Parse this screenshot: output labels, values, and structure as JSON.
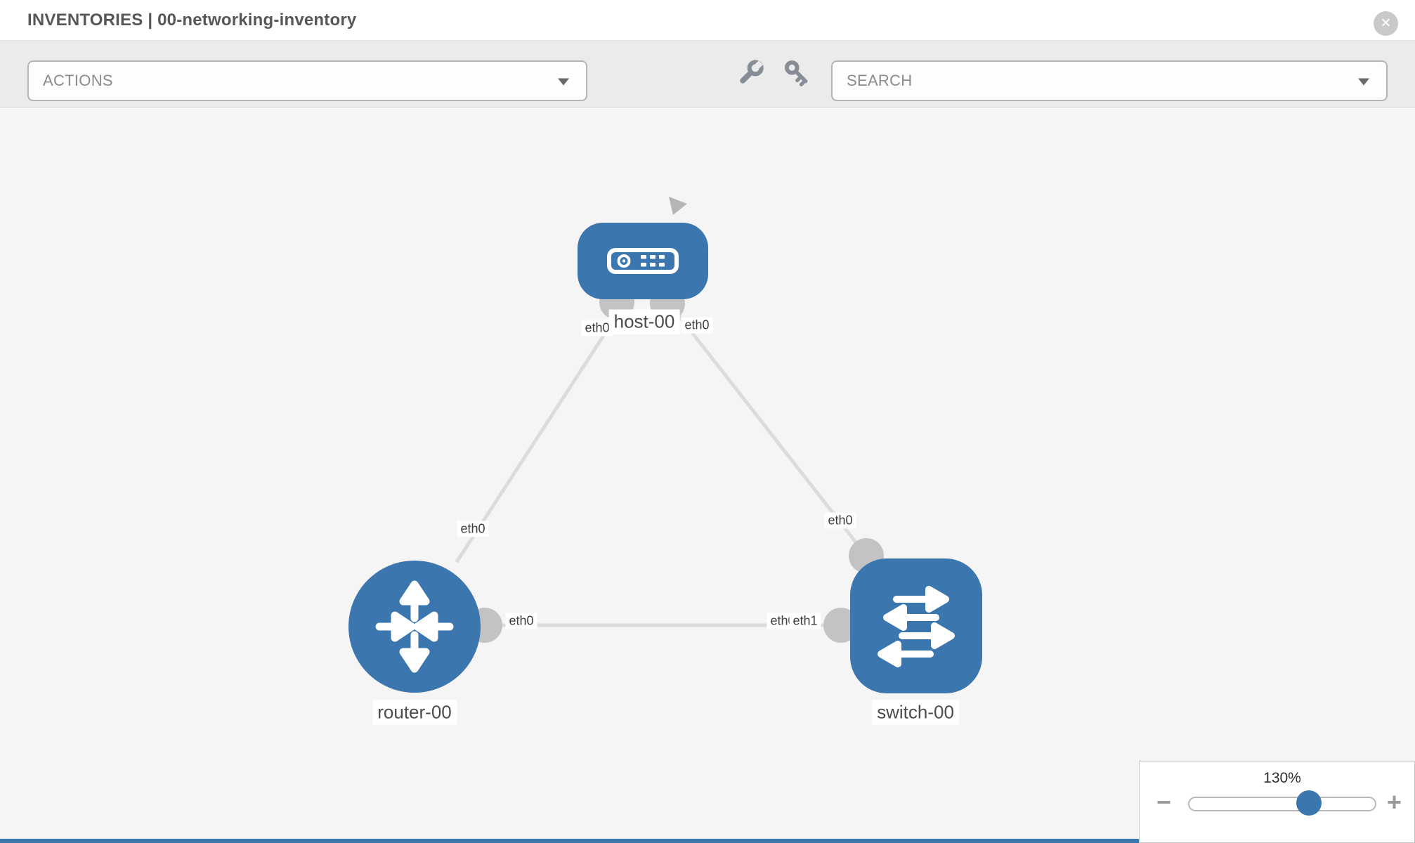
{
  "header": {
    "title": "INVENTORIES | 00-networking-inventory",
    "close_label": "✕"
  },
  "toolbar": {
    "actions_dropdown": {
      "label": "ACTIONS"
    },
    "search_dropdown": {
      "placeholder": "SEARCH"
    },
    "icons": {
      "left": "wrench-icon",
      "right": "key-icon"
    }
  },
  "graph": {
    "nodes": [
      {
        "id": "host-00",
        "label": "host-00",
        "type": "host",
        "icon": "host-device-icon"
      },
      {
        "id": "router-00",
        "label": "router-00",
        "type": "router",
        "icon": "router-arrows-icon"
      },
      {
        "id": "switch-00",
        "label": "switch-00",
        "type": "switch",
        "icon": "switch-arrows-icon"
      }
    ],
    "links": [
      {
        "from": "router-00",
        "to": "host-00",
        "from_interface": "eth0",
        "to_interface": "eth0"
      },
      {
        "from": "switch-00",
        "to": "host-00",
        "from_interface": "eth0",
        "to_interface": "eth0"
      },
      {
        "from": "router-00",
        "to": "switch-00",
        "from_interface": "eth0",
        "to_interface": "eth1"
      }
    ],
    "interface_labels": {
      "host_left": "eth0",
      "host_right": "eth0",
      "router_top": "eth0",
      "switch_top": "eth0",
      "router_right": "eth0",
      "switch_left_back": "eth0",
      "switch_left_front": "eth1"
    }
  },
  "zoom_control": {
    "value": "130%",
    "minus": "−",
    "plus": "+"
  },
  "colors": {
    "node_blue": "#3b76af",
    "link_gray": "#dcdcdc",
    "connector_gray": "#c3c3c3",
    "canvas_bg": "#f5f5f5",
    "toolbar_bg": "#ebebeb"
  }
}
